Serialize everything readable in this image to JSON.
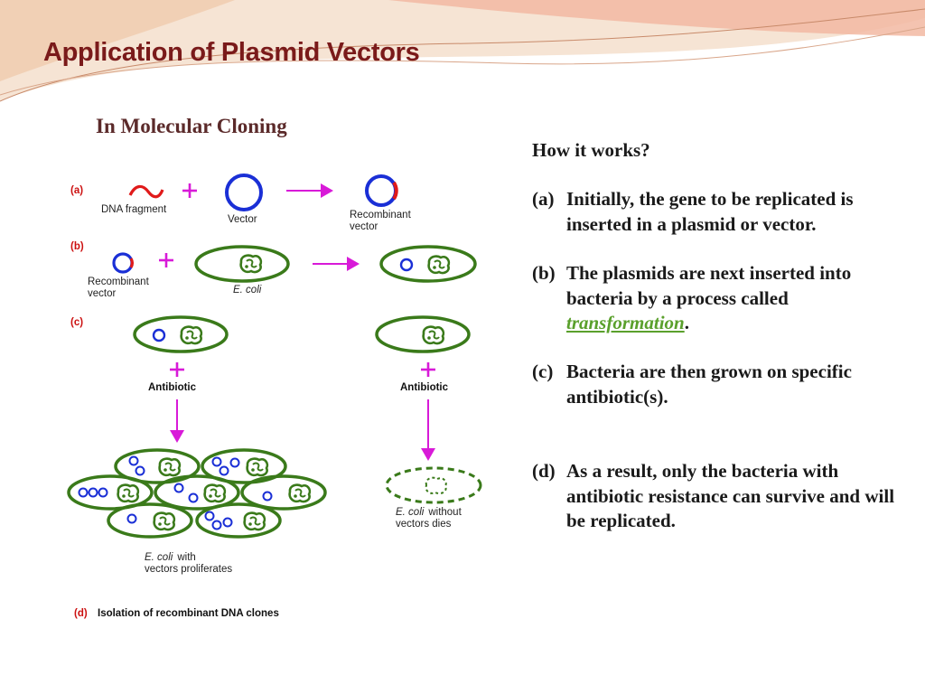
{
  "slide": {
    "title": "Application of Plasmid Vectors",
    "subtitle": "In Molecular Cloning"
  },
  "diagram": {
    "step_a": "(a)",
    "step_b": "(b)",
    "step_c": "(c)",
    "step_d": "(d)",
    "dna_fragment": "DNA fragment",
    "vector": "Vector",
    "recombinant": "Recombinant",
    "vector_word": "vector",
    "ecoli": "E. coli",
    "antibiotic_left": "Antibiotic",
    "antibiotic_right": "Antibiotic",
    "ecoli_with_line1": "with",
    "ecoli_with_line2": "vectors proliferates",
    "ecoli_without_line1": "without",
    "ecoli_without_line2": "vectors dies",
    "isolation": "Isolation of recombinant DNA clones"
  },
  "explanation": {
    "heading": "How it works?",
    "steps": [
      {
        "label": "(a)",
        "text": "Initially, the gene to be replicated is inserted in a plasmid or vector."
      },
      {
        "label": "(b)",
        "pre": "The plasmids are next inserted into bacteria by a process called ",
        "link": "transformation",
        "post": "."
      },
      {
        "label": "(c)",
        "text": "Bacteria are then grown on specific antibiotic(s)."
      },
      {
        "label": "(d)",
        "text": "As a result, only the bacteria with antibiotic resistance can survive and will be replicated."
      }
    ]
  },
  "colors": {
    "title": "#7a1a1a",
    "link": "#5aa02c",
    "plasmid": "#1a2fd6",
    "cell": "#3a7a1a",
    "arrow": "#d81ad8",
    "marker": "#e01a1a"
  }
}
